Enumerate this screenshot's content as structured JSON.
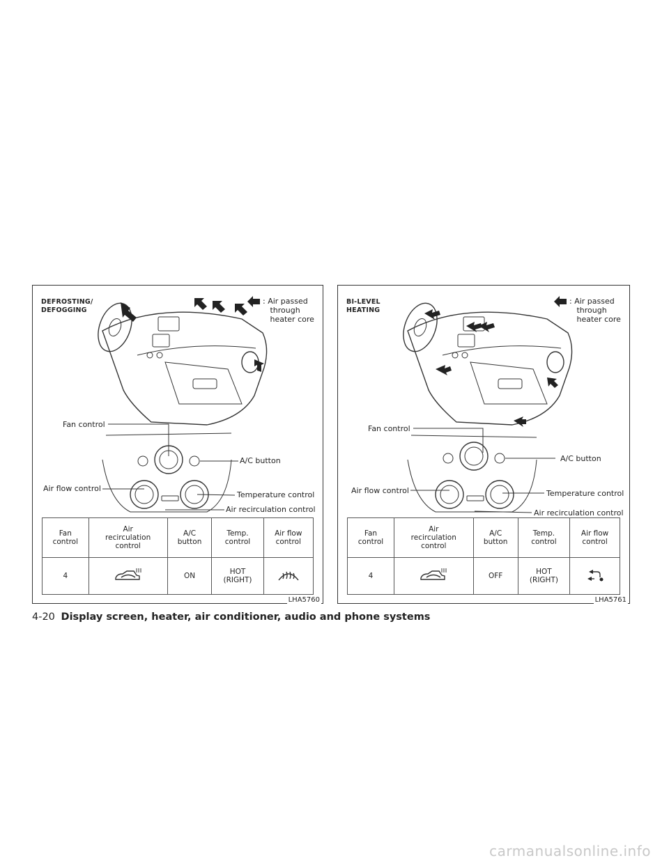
{
  "panels": [
    {
      "mode": [
        "DEFROSTING/",
        "DEFOGGING"
      ],
      "legend": ": Air passed\n   through\n   heater core",
      "callouts": {
        "fan": "Fan control",
        "ac": "A/C button",
        "airflow": "Air flow control",
        "temp": "Temperature control",
        "recirc": "Air recirculation control"
      },
      "table": {
        "headers": [
          "Fan\ncontrol",
          "Air\nrecirculation\ncontrol",
          "A/C\nbutton",
          "Temp.\ncontrol",
          "Air flow\ncontrol"
        ],
        "fan": "4",
        "recirc_icon": "recirculation-icon",
        "ac": "ON",
        "temp": "HOT\n(RIGHT)",
        "airflow_icon": "defrost-icon"
      },
      "code": "LHA5760"
    },
    {
      "mode": [
        "BI-LEVEL",
        "HEATING"
      ],
      "legend": ": Air passed\n   through\n   heater core",
      "callouts": {
        "fan": "Fan control",
        "ac": "A/C button",
        "airflow": "Air flow control",
        "temp": "Temperature control",
        "recirc": "Air recirculation control"
      },
      "table": {
        "headers": [
          "Fan\ncontrol",
          "Air\nrecirculation\ncontrol",
          "A/C\nbutton",
          "Temp.\ncontrol",
          "Air flow\ncontrol"
        ],
        "fan": "4",
        "recirc_icon": "recirculation-icon",
        "ac": "OFF",
        "temp": "HOT\n(RIGHT)",
        "airflow_icon": "bi-level-icon"
      },
      "code": "LHA5761"
    }
  ],
  "footer": {
    "page": "4-20",
    "title": "Display screen, heater, air conditioner, audio and phone systems"
  },
  "watermark": "carmanualsonline.info"
}
